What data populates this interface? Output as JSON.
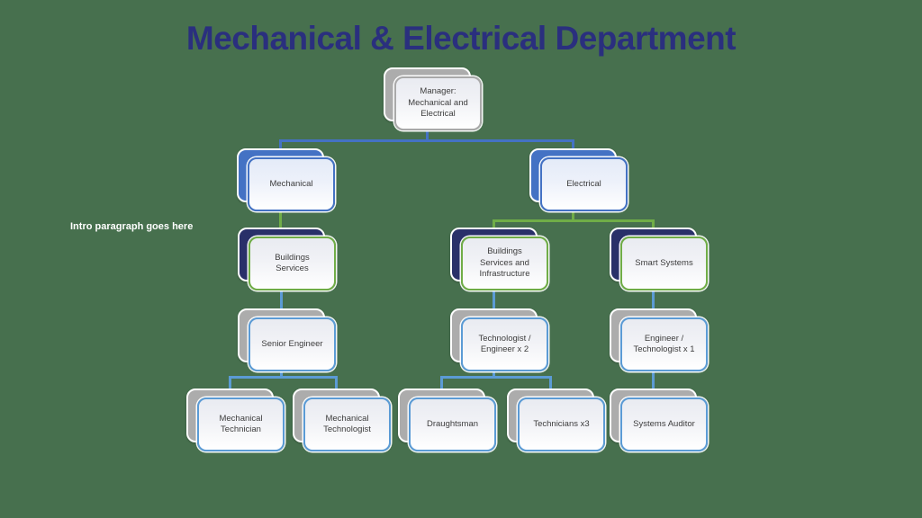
{
  "slide": {
    "title": "Mechanical & Electrical Department",
    "intro_text": "Intro paragraph goes here"
  },
  "colors": {
    "background_green": "#47704E",
    "title_navy": "#2A2F7E",
    "connector_blue": "#4472C4",
    "connector_green": "#70AD47",
    "connector_light_blue": "#5B9BD5",
    "card_shadow_gray": "#ACACAC",
    "card_shadow_blue": "#4472C4",
    "card_shadow_navy": "#293069",
    "card_border_green": "#70AD47",
    "card_text_gray": "#3D3D3D"
  },
  "org_chart": {
    "type": "org-hierarchy",
    "nodes": [
      {
        "id": "manager",
        "label": "Manager: Mechanical and Electrical",
        "parent": null
      },
      {
        "id": "mechanical",
        "label": "Mechanical",
        "parent": "manager"
      },
      {
        "id": "electrical",
        "label": "Electrical",
        "parent": "manager"
      },
      {
        "id": "buildings-services",
        "label": "Buildings Services",
        "parent": "mechanical"
      },
      {
        "id": "buildings-services-infrastructure",
        "label": "Buildings Services and Infrastructure",
        "parent": "electrical"
      },
      {
        "id": "smart-systems",
        "label": "Smart Systems",
        "parent": "electrical"
      },
      {
        "id": "senior-engineer",
        "label": "Senior Engineer",
        "parent": "buildings-services"
      },
      {
        "id": "technologist-engineer-x2",
        "label": "Technologist / Engineer x 2",
        "parent": "buildings-services-infrastructure"
      },
      {
        "id": "engineer-technologist-x1",
        "label": "Engineer / Technologist x 1",
        "parent": "smart-systems"
      },
      {
        "id": "mechanical-technician",
        "label": "Mechanical Technician",
        "parent": "senior-engineer"
      },
      {
        "id": "mechanical-technologist",
        "label": "Mechanical Technologist",
        "parent": "senior-engineer"
      },
      {
        "id": "draughtsman",
        "label": "Draughtsman",
        "parent": "technologist-engineer-x2"
      },
      {
        "id": "technicians-x3",
        "label": "Technicians x3",
        "parent": "technologist-engineer-x2"
      },
      {
        "id": "systems-auditor",
        "label": "Systems Auditor",
        "parent": "engineer-technologist-x1"
      }
    ]
  }
}
